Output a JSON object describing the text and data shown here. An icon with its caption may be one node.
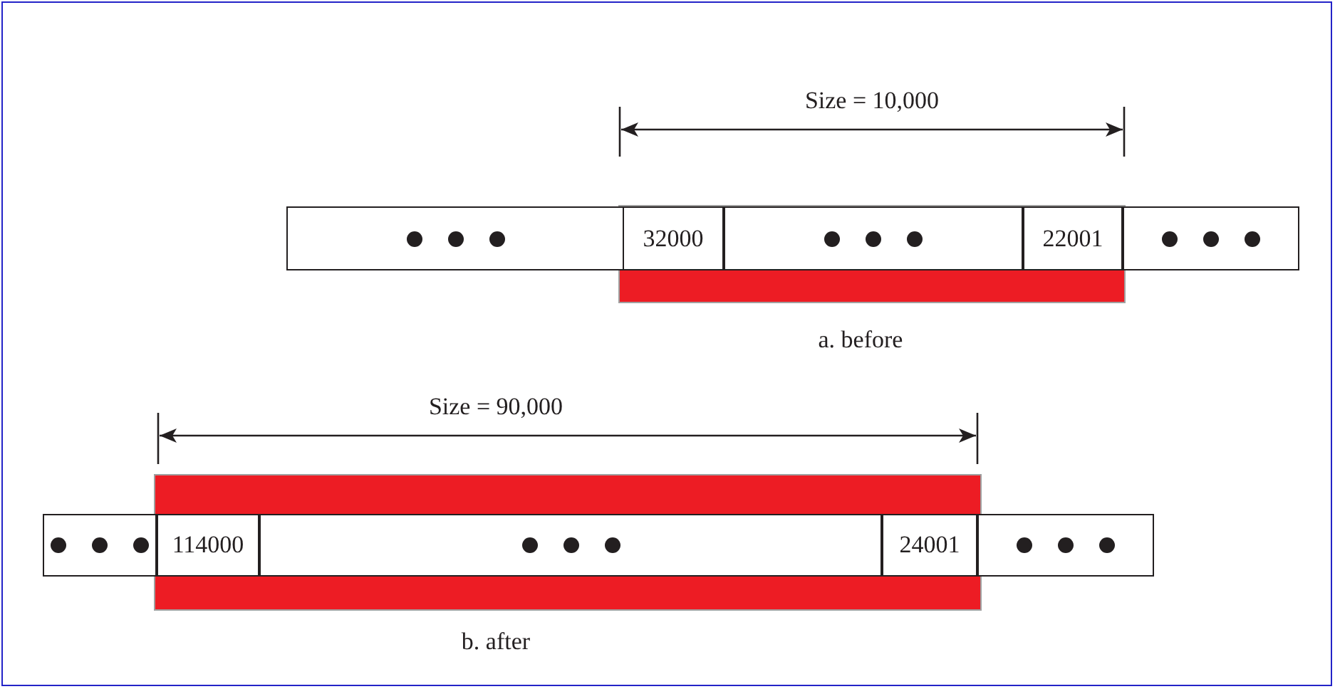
{
  "diagram": {
    "nodes": [
      {
        "text": [],
        "shape": "box"
      },
      {
        "text": [
          "32000"
        ]
      },
      {
        "text": [],
        "shape": "box"
      },
      {
        "text": [
          "22001"
        ]
      },
      {
        "text": [],
        "shape": "box"
      },
      {
        "text": [],
        "shape": "box"
      },
      {
        "text": [
          "114000"
        ]
      },
      {
        "text": [],
        "shape": "box"
      },
      {
        "text": [
          "24001"
        ]
      },
      {
        "text": [],
        "shape": "box"
      }
    ],
    "labels": [
      "Size = 10,000",
      "a. before",
      "Size = 90,000",
      "b. after"
    ]
  }
}
